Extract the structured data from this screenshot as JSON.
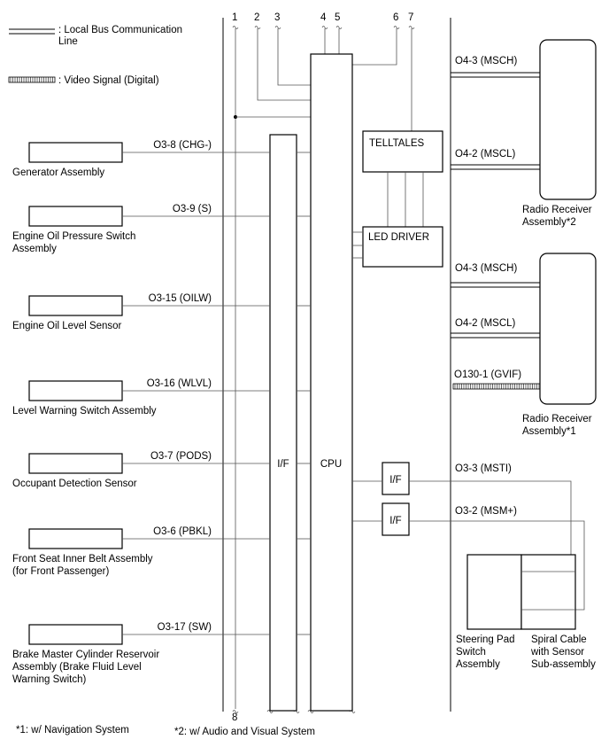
{
  "legend": {
    "local_bus_label": ": Local Bus Communication Line",
    "video_label": ": Video Signal (Digital)"
  },
  "pins": {
    "p1": "1",
    "p2": "2",
    "p3": "3",
    "p4": "4",
    "p5": "5",
    "p6": "6",
    "p7": "7",
    "p8": "8"
  },
  "inputs": [
    {
      "name": "Generator Assembly",
      "terminal": "O3-8 (CHG-)"
    },
    {
      "name": "Engine Oil Pressure Switch Assembly",
      "terminal": "O3-9 (S)"
    },
    {
      "name": "Engine Oil Level Sensor",
      "terminal": "O3-15 (OILW)"
    },
    {
      "name": "Level Warning Switch Assembly",
      "terminal": "O3-16 (WLVL)"
    },
    {
      "name": "Occupant Detection Sensor",
      "terminal": "O3-7 (PODS)"
    },
    {
      "name": "Front Seat Inner Belt Assembly (for Front Passenger)",
      "terminal": "O3-6 (PBKL)"
    },
    {
      "name": "Brake Master Cylinder Reservoir Assembly (Brake Fluid Level Warning Switch)",
      "terminal": "O3-17 (SW)"
    }
  ],
  "blocks": {
    "if_main": "I/F",
    "cpu": "CPU",
    "telltales": "TELLTALES",
    "led_driver": "LED DRIVER",
    "if_1": "I/F",
    "if_2": "I/F"
  },
  "right": {
    "mSCH_1": "O4-3 (MSCH)",
    "mSCL_1": "O4-2 (MSCL)",
    "radio2": "Radio Receiver Assembly*2",
    "mSCH_2": "O4-3 (MSCH)",
    "mSCL_2": "O4-2 (MSCL)",
    "gvif": "O130-1 (GVIF)",
    "radio1": "Radio Receiver Assembly*1",
    "msti": "O3-3 (MSTI)",
    "msm": "O3-2 (MSM+)",
    "steering_pad": "Steering Pad Switch Assembly",
    "spiral": "Spiral Cable with Sensor Sub-assembly"
  },
  "notes": {
    "n1": "*1: w/ Navigation System",
    "n2": "*2: w/ Audio and Visual System"
  }
}
